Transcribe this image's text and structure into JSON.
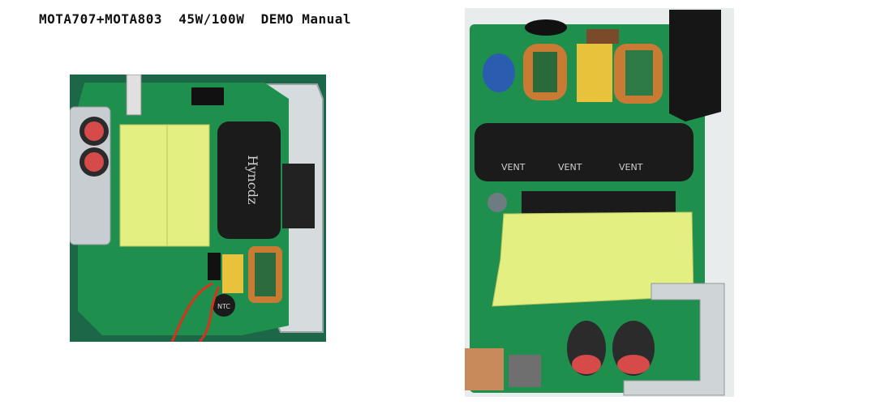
{
  "page": {
    "title": "MOTA707+MOTA803  45W/100W  DEMO Manual"
  },
  "photos": [
    {
      "name": "45W demo board photo",
      "visible_markings": [
        "Hyncdz",
        "NTC"
      ]
    },
    {
      "name": "100W demo board photo",
      "visible_markings": [
        "VENT",
        "VENT",
        "VENT"
      ]
    }
  ],
  "colors": {
    "pcb_green": "#1f8f4e",
    "transformer_tape": "#e4ef82",
    "capacitor_black": "#1b1b1b",
    "wire_red": "#d8321d"
  }
}
